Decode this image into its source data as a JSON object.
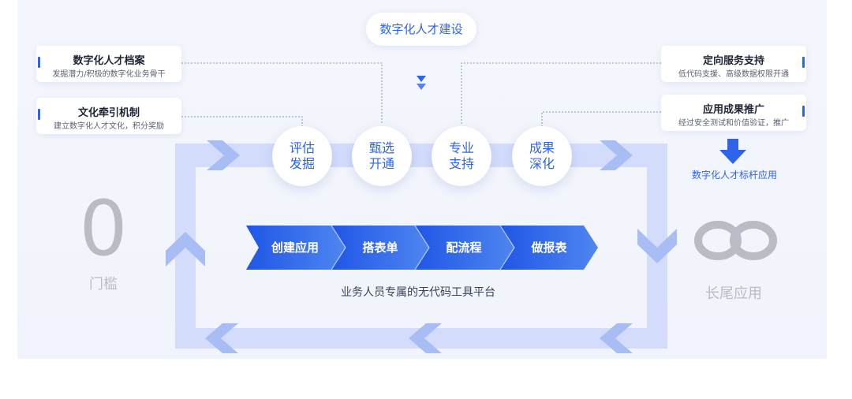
{
  "top": {
    "title": "数字化人才建设"
  },
  "left_cards": [
    {
      "title": "数字化人才档案",
      "subtitle": "发掘潜力/积极的数字化业务骨干"
    },
    {
      "title": "文化牵引机制",
      "subtitle": "建立数字化人才文化，积分奖励"
    }
  ],
  "right_cards": [
    {
      "title": "定向服务支持",
      "subtitle": "低代码支援、高级数据权限开通"
    },
    {
      "title": "应用成果推广",
      "subtitle": "经过安全测试和价值验证，推广"
    }
  ],
  "result": {
    "label": "数字化人才标杆应用"
  },
  "circles": [
    {
      "line1": "评估",
      "line2": "发掘"
    },
    {
      "line1": "甄选",
      "line2": "开通"
    },
    {
      "line1": "专业",
      "line2": "支持"
    },
    {
      "line1": "成果",
      "line2": "深化"
    }
  ],
  "steps": [
    "创建应用",
    "搭表单",
    "配流程",
    "做报表"
  ],
  "caption": "业务人员专属的无代码工具平台",
  "left_big": {
    "symbol": "0",
    "label": "门槛"
  },
  "right_big": {
    "symbol": "∞",
    "label": "长尾应用"
  },
  "colors": {
    "accent": "#2f63e9",
    "loop": "#d3dcfa",
    "chevron": "#a9bdf5",
    "step_dark": "#1f56e6",
    "step_light": "#4f86f0",
    "muted": "#b9bcc4"
  }
}
